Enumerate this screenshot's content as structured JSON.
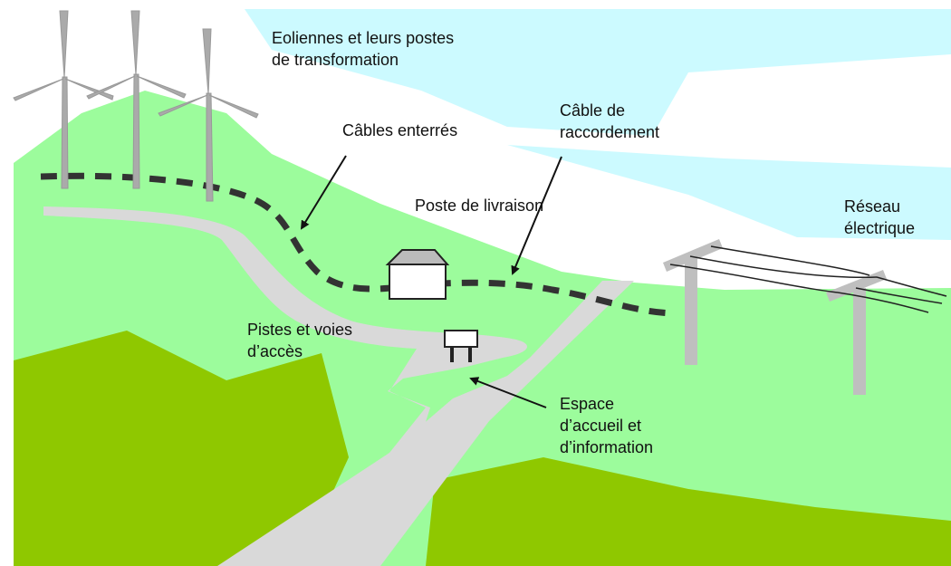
{
  "labels": {
    "eoliennes": "Eoliennes et leurs postes\nde transformation",
    "cables_enterres": "Câbles enterrés",
    "cable_raccordement": "Câble de\nraccordement",
    "poste_livraison": "Poste de livraison",
    "reseau": "Réseau\nélectrique",
    "pistes": "Pistes et voies\nd’accès",
    "espace": "Espace\nd’accueil et\nd’information"
  },
  "colors": {
    "sky": "#ccfaff",
    "light_grass": "#9cfc9c",
    "dark_grass": "#8fc800",
    "road": "#d9d9d9",
    "cable": "#333333",
    "turbine": "#aaaaaa",
    "pylon": "#bfbfbf"
  }
}
